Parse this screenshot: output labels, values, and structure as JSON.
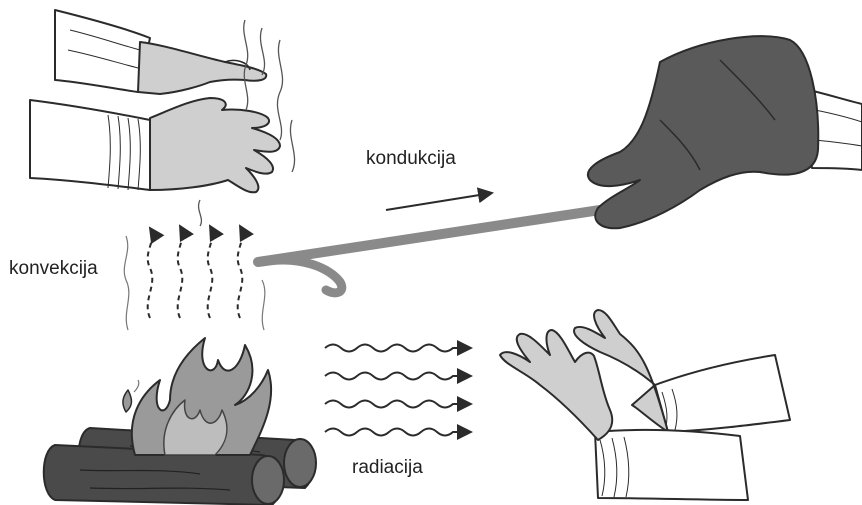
{
  "labels": {
    "convection": "konvekcija",
    "conduction": "kondukcija",
    "radiation": "radiacija"
  },
  "colors": {
    "outline": "#2b2b2b",
    "skin": "#cfcfcf",
    "glove": "#5a5a5a",
    "rod": "#8a8a8a",
    "log": "#4a4a4a",
    "flame": "#9a9a9a",
    "sleeve": "#ffffff"
  }
}
